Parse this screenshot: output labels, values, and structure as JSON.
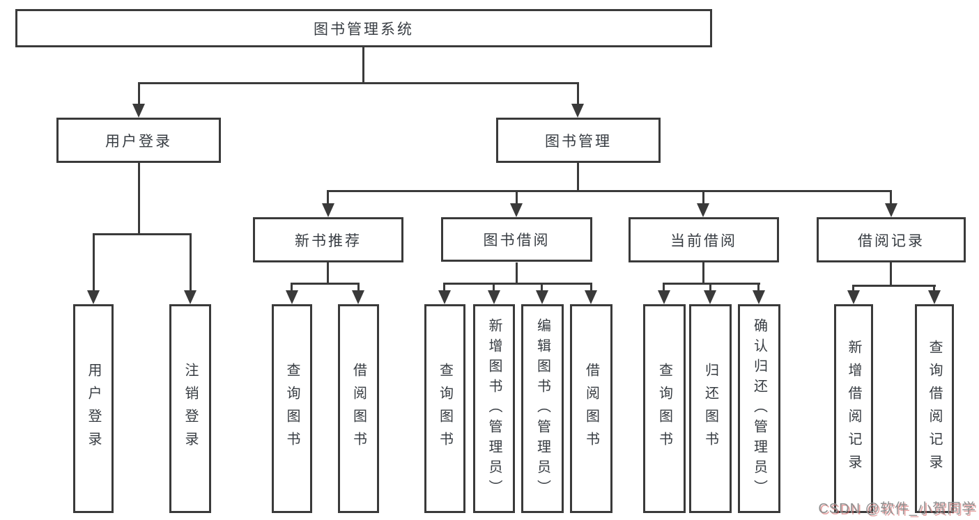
{
  "diagram": {
    "title": "图书管理系统",
    "colors": {
      "line": "#3a3a3a",
      "box_border": "#3a3a3a",
      "text": "#373c42",
      "background": "#ffffff",
      "watermark_text": "#8f8f8f",
      "watermark_shadow": "#d57070"
    },
    "nodes": {
      "root": {
        "label": "图书管理系统"
      },
      "user_login": {
        "label": "用户登录"
      },
      "book_mgmt": {
        "label": "图书管理"
      },
      "new_books": {
        "label": "新书推荐"
      },
      "book_borrow": {
        "label": "图书借阅"
      },
      "current_borrow": {
        "label": "当前借阅"
      },
      "borrow_records": {
        "label": "借阅记录"
      },
      "leaf_user_login": {
        "label": "用户登录"
      },
      "leaf_logout": {
        "label": "注销登录"
      },
      "leaf_nb_query": {
        "label": "查询图书"
      },
      "leaf_nb_borrow": {
        "label": "借阅图书"
      },
      "leaf_bb_query": {
        "label": "查询图书"
      },
      "leaf_bb_add": {
        "label": "新增图书（管理员）"
      },
      "leaf_bb_edit": {
        "label": "编辑图书（管理员）"
      },
      "leaf_bb_borrow": {
        "label": "借阅图书"
      },
      "leaf_cb_query": {
        "label": "查询图书"
      },
      "leaf_cb_return": {
        "label": "归还图书"
      },
      "leaf_cb_confirm": {
        "label": "确认归还（管理员）"
      },
      "leaf_br_add": {
        "label": "新增借阅记录"
      },
      "leaf_br_query": {
        "label": "查询借阅记录"
      }
    },
    "watermark": "CSDN @软件_小贺同学"
  }
}
